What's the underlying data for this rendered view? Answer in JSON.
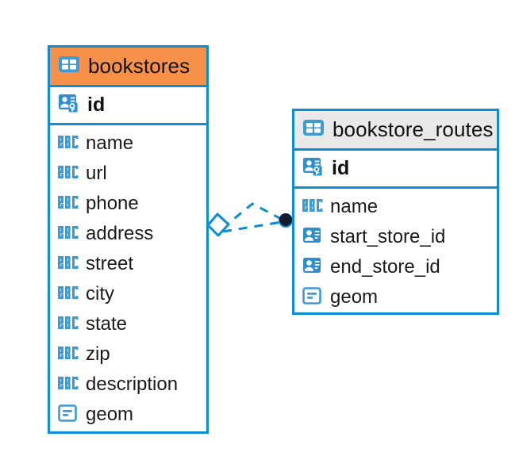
{
  "diagram": {
    "kind": "entity-relationship-diagram",
    "background": "#ffffff",
    "accent_color": "#0b8ed6",
    "pk_header_color": "#f7914a",
    "plain_header_color": "#e9e9e9",
    "relationship": {
      "name": "bookstores-to-bookstore-routes",
      "line_style": "dashed",
      "line_color": "#0b8ed6",
      "source_marker": "diamond-outline",
      "target_marker": "filled-circle",
      "target_marker_color": "#111a2b",
      "branch_count": 2
    }
  },
  "tables": [
    {
      "name": "bookstores",
      "title": "bookstores",
      "header_style": "orange",
      "icon": "table-icon",
      "primary_key": {
        "label": "id",
        "icon": "primary-key-icon"
      },
      "fields": [
        {
          "label": "name",
          "icon": "text-type-icon"
        },
        {
          "label": "url",
          "icon": "text-type-icon"
        },
        {
          "label": "phone",
          "icon": "text-type-icon"
        },
        {
          "label": "address",
          "icon": "text-type-icon"
        },
        {
          "label": "street",
          "icon": "text-type-icon"
        },
        {
          "label": "city",
          "icon": "text-type-icon"
        },
        {
          "label": "state",
          "icon": "text-type-icon"
        },
        {
          "label": "zip",
          "icon": "text-type-icon"
        },
        {
          "label": "description",
          "icon": "text-type-icon"
        },
        {
          "label": "geom",
          "icon": "geometry-type-icon"
        }
      ]
    },
    {
      "name": "bookstore_routes",
      "title": "bookstore_routes",
      "header_style": "gray",
      "icon": "table-icon",
      "primary_key": {
        "label": "id",
        "icon": "primary-key-icon"
      },
      "fields": [
        {
          "label": "name",
          "icon": "text-type-icon"
        },
        {
          "label": "start_store_id",
          "icon": "foreign-key-icon"
        },
        {
          "label": "end_store_id",
          "icon": "foreign-key-icon"
        },
        {
          "label": "geom",
          "icon": "geometry-type-icon"
        }
      ]
    }
  ]
}
